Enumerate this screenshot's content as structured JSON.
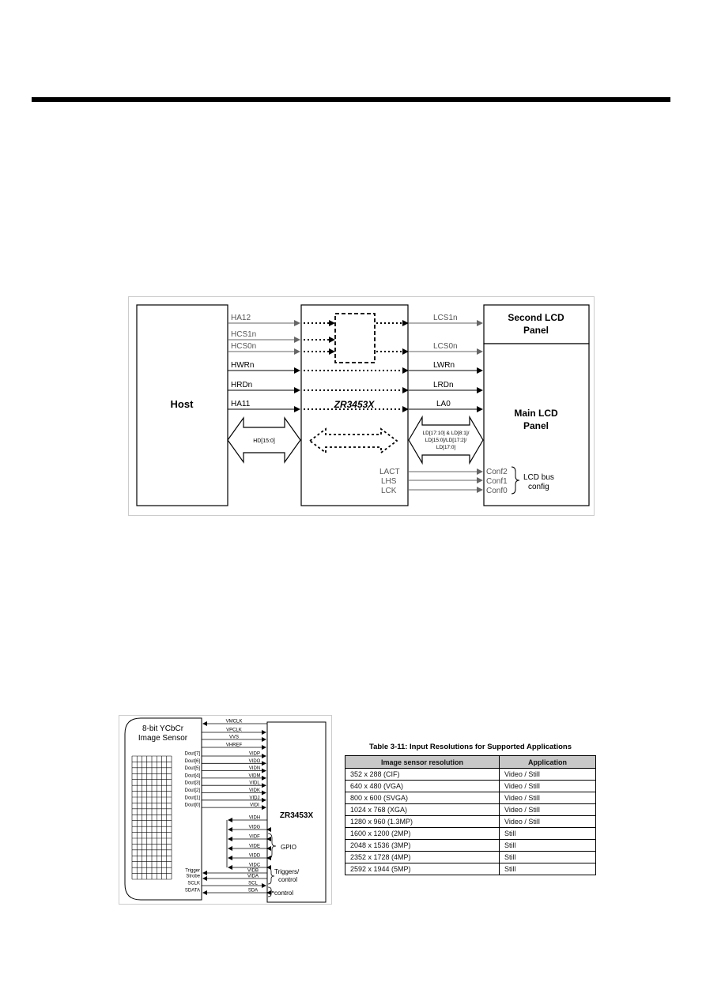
{
  "diagram_lcd": {
    "host_label": "Host",
    "chip_label": "ZR3453X",
    "second_panel_line1": "Second LCD",
    "second_panel_line2": "Panel",
    "main_panel_line1": "Main LCD",
    "main_panel_line2": "Panel",
    "host_signals": [
      "HA12",
      "HCS1n",
      "HCS0n",
      "HWRn",
      "HRDn",
      "HA11"
    ],
    "lcd_signals": [
      "LCS1n",
      "LCS0n",
      "LWRn",
      "LRDn",
      "LA0"
    ],
    "host_bus": "HD[15:0]",
    "lcd_bus_lines": [
      "LD[17:10] & LD[8:1]/",
      "LD[15:0]/LD[17:2]/",
      "LD[17:0]"
    ],
    "ctrl_signals": [
      "LACT",
      "LHS",
      "LCK"
    ],
    "conf_signals": [
      "Conf2",
      "Conf1",
      "Conf0"
    ],
    "lcd_bus_config_line1": "LCD bus",
    "lcd_bus_config_line2": "config"
  },
  "diagram_sensor": {
    "sensor_line1": "8-bit YCbCr",
    "sensor_line2": "Image Sensor",
    "chip_label": "ZR3453X",
    "top_signals": [
      "VMCLK",
      "VPCLK",
      "VVS",
      "VHREF"
    ],
    "dout_labels": [
      "Dout[7]",
      "Dout[6]",
      "Dout[5]",
      "Dout[4]",
      "Dout[3]",
      "Dout[2]",
      "Dout[1]",
      "Dout[0]"
    ],
    "dout_vid": [
      "VIDP",
      "VIDO",
      "VIDN",
      "VIDM",
      "VIDL",
      "VIDK",
      "VIDJ",
      "VIDI"
    ],
    "gpio_vid": [
      "VIDH",
      "VIDG",
      "VIDF",
      "VIDE",
      "VIDD",
      "VIDC"
    ],
    "gpio_label": "GPIO",
    "ctrl_left": [
      "Trigger",
      "Strobe",
      "SCLK",
      "SDATA"
    ],
    "ctrl_vid": [
      "VIDB",
      "VIDA",
      "SCL",
      "SDA"
    ],
    "triggers_line1": "Triggers/",
    "triggers_line2": "control",
    "control_label": "control"
  },
  "table": {
    "title": "Table 3-11: Input Resolutions for Supported Applications",
    "headers": [
      "Image sensor resolution",
      "Application"
    ],
    "rows": [
      [
        "352 x 288 (CIF)",
        "Video / Still"
      ],
      [
        "640 x 480 (VGA)",
        "Video / Still"
      ],
      [
        "800 x 600 (SVGA)",
        "Video / Still"
      ],
      [
        "1024 x 768 (XGA)",
        "Video / Still"
      ],
      [
        "1280 x 960 (1.3MP)",
        "Video / Still"
      ],
      [
        "1600 x 1200 (2MP)",
        "Still"
      ],
      [
        "2048 x 1536 (3MP)",
        "Still"
      ],
      [
        "2352 x 1728 (4MP)",
        "Still"
      ],
      [
        "2592 x 1944 (5MP)",
        "Still"
      ]
    ]
  }
}
